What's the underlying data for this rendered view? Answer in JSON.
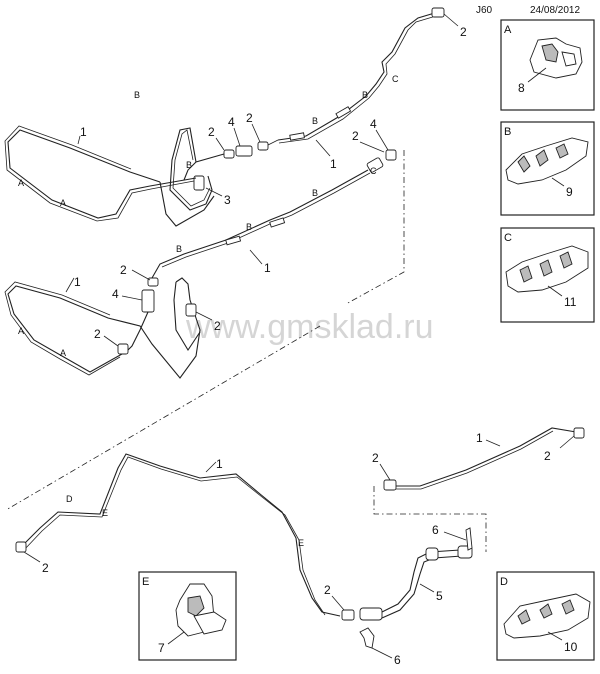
{
  "header": {
    "code": "J60",
    "date": "24/08/2012"
  },
  "watermark": "www.gmsklad.ru",
  "callouts": {
    "c_top2": "2",
    "c1_top": "1",
    "c2_a": "2",
    "c4_a": "4",
    "c2_b": "2",
    "c3": "3",
    "c1_mid": "1",
    "c2_c": "2",
    "c4_b": "4",
    "c1_mid2": "1",
    "c1_left2": "1",
    "c2_d": "2",
    "c4_c": "4",
    "c2_e": "2",
    "c2_f": "2",
    "c1_lower": "1",
    "c2_g": "2",
    "c1_right": "1",
    "c2_h": "2",
    "c2_i": "2",
    "c6_a": "6",
    "c5": "5",
    "c2_j": "2",
    "c6_b": "6"
  },
  "route_letters": {
    "r_c": "C",
    "r_b1": "B",
    "r_b2": "B",
    "r_b3": "B",
    "r_c2": "C",
    "r_b4": "B",
    "r_b5": "B",
    "r_b6": "B",
    "r_b7": "B",
    "r_a1": "A",
    "r_a2": "A",
    "r_a3": "A",
    "r_a4": "A",
    "r_d": "D",
    "r_e1": "E",
    "r_e2": "E"
  },
  "panels": {
    "A": {
      "letter": "A",
      "part": "8"
    },
    "B": {
      "letter": "B",
      "part": "9"
    },
    "C": {
      "letter": "C",
      "part": "11"
    },
    "D": {
      "letter": "D",
      "part": "10"
    },
    "E": {
      "letter": "E",
      "part": "7"
    }
  }
}
